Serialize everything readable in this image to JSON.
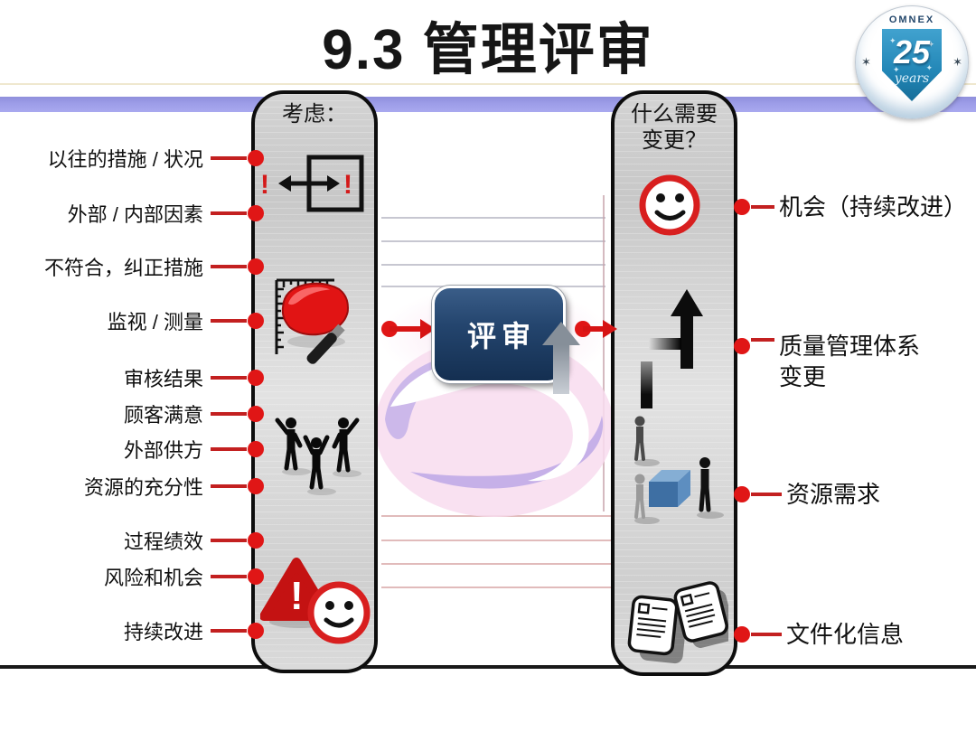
{
  "title": "9.3 管理评审",
  "logo": {
    "brand": "OMNEX",
    "number": "25",
    "caption": "years",
    "stars": "✶"
  },
  "marks": {
    "exclamation": "!"
  },
  "left_panel": {
    "header": "考虑：",
    "items": [
      "以往的措施 / 状况",
      "外部 / 内部因素",
      "不符合，纠正措施",
      "监视 / 测量",
      "审核结果",
      "顾客满意",
      "外部供方",
      "资源的充分性",
      "过程绩效",
      "风险和机会",
      "持续改进"
    ]
  },
  "center": {
    "review_button": "评审"
  },
  "right_panel": {
    "header_line1": "什么需要",
    "header_line2": "变更？",
    "items": [
      {
        "label": "机会（持续改进）"
      },
      {
        "label": "质量管理体系",
        "label2": "变更"
      },
      {
        "label": "资源需求"
      },
      {
        "label": "文件化信息"
      }
    ]
  },
  "icons": {
    "context_change": "square-with-two-way-arrow-and-exclamations",
    "monitoring_measurement": "red-magnifier-on-ruler",
    "stakeholders": "three-people-raising-hands",
    "risk_and_improvement": "warning-triangle-with-smiley",
    "opportunity": "smiley-in-red-ring",
    "qms_change": "upward-merge-arrow",
    "resource_needs": "people-with-blue-cube",
    "documented_information": "document-cards"
  },
  "colors": {
    "accent_red": "#e01616",
    "band_purple": "#9d9de8",
    "button_navy": "#24456e",
    "panel_gray": "#d3d3d3",
    "cube_blue": "#3e6fa3"
  }
}
